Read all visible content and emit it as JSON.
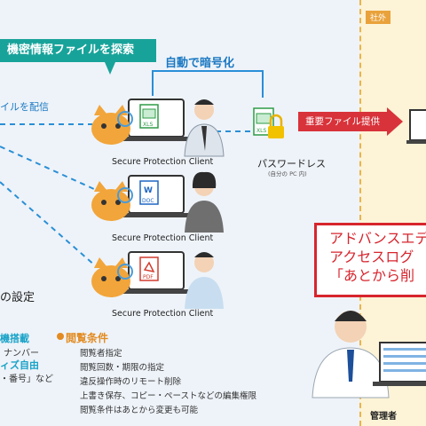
{
  "outside_tag": "社外",
  "callout": "機密情報ファイルを探索",
  "encrypt_label": "自動で暗号化",
  "distribute_label": "イルを配信",
  "pc_label": "Secure Protection Client",
  "file_tags": {
    "xls": "XLS",
    "doc": "DOC",
    "pdf": "PDF"
  },
  "passwordless": "パスワードレス",
  "passwordless_sub": "(自分の PC 内)",
  "provide_label": "重要ファイル提供",
  "advance_lines": [
    "アドバンスエデ",
    "アクセスログ",
    "「あとから削"
  ],
  "settings_label": "の設定",
  "left_items": {
    "blue1": "機搭載",
    "line1": "ナンバー",
    "blue2": "ィズ自由",
    "line2": "・番号」など"
  },
  "view_conditions": {
    "heading": "閲覧条件",
    "items": [
      "閲覧者指定",
      "閲覧回数・期限の指定",
      "違反操作時のリモート削除",
      "上書き保存、コピー・ペーストなどの編集権限",
      "閲覧条件はあとから変更も可能"
    ]
  },
  "admin_label": "管理者",
  "colors": {
    "teal": "#18a39a",
    "blue": "#1a78c2",
    "red": "#d8323a",
    "orange": "#e38b21",
    "cat": "#f2a53a"
  }
}
